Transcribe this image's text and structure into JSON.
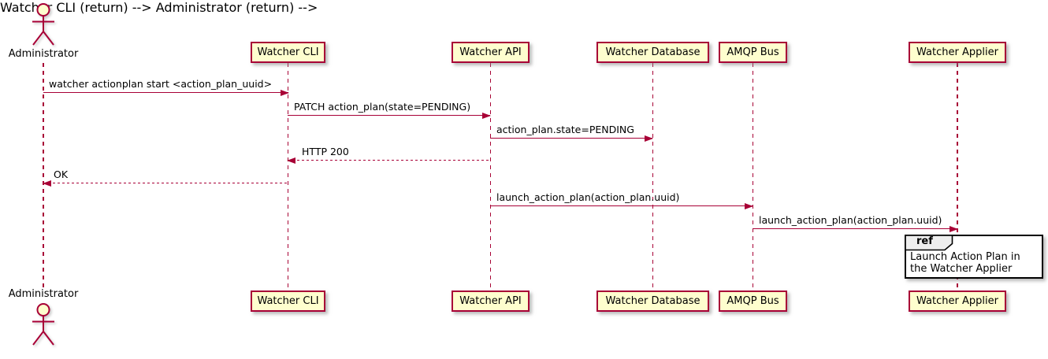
{
  "actor": {
    "name": "Administrator"
  },
  "participants": [
    {
      "name": "Watcher CLI"
    },
    {
      "name": "Watcher API"
    },
    {
      "name": "Watcher Database"
    },
    {
      "name": "AMQP Bus"
    },
    {
      "name": "Watcher Applier"
    }
  ],
  "messages": [
    {
      "from": "Administrator",
      "to": "Watcher CLI",
      "label": "watcher actionplan start <action_plan_uuid>",
      "style": "solid"
    },
    {
      "from": "Watcher CLI",
      "to": "Watcher API",
      "label": "PATCH action_plan(state=PENDING)",
      "style": "solid"
    },
    {
      "from": "Watcher API",
      "to": "Watcher Database",
      "label": "action_plan.state=PENDING",
      "style": "solid"
    },
    {
      "from": "Watcher API",
      "to": "Watcher CLI",
      "label": "HTTP 200",
      "style": "dashed"
    },
    {
      "from": "Watcher CLI",
      "to": "Administrator",
      "label": "OK",
      "style": "dashed"
    },
    {
      "from": "Watcher API",
      "to": "AMQP Bus",
      "label": "launch_action_plan(action_plan.uuid)",
      "style": "solid"
    },
    {
      "from": "AMQP Bus",
      "to": "Watcher Applier",
      "label": "launch_action_plan(action_plan.uuid)",
      "style": "solid"
    }
  ],
  "ref_frame": {
    "operator": "ref",
    "label": "Launch Action Plan in the Watcher Applier"
  },
  "colors": {
    "participant_fill": "#FEFECE",
    "line": "#A80036",
    "text": "#000000",
    "frame_header_fill": "#EEEEEE",
    "frame_border": "#000000"
  }
}
